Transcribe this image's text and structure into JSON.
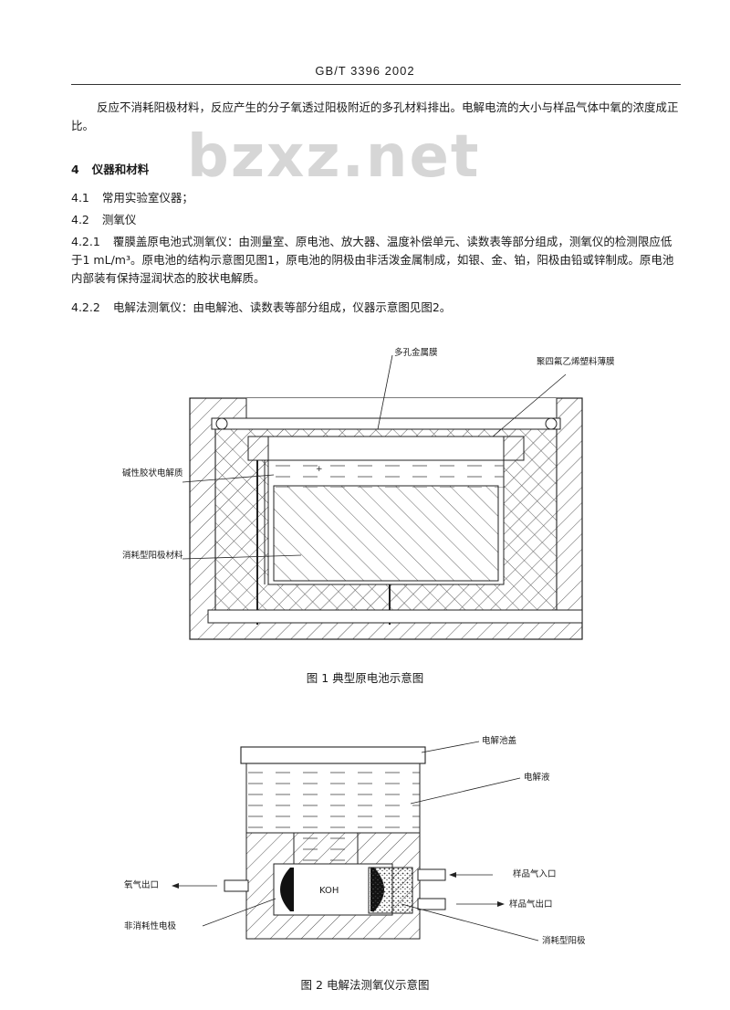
{
  "header": {
    "standard": "GB/T 3396  2002"
  },
  "watermark": "bzxz.net",
  "paragraphs": {
    "p1": "反应不消耗阳极材料，反应产生的分子氧透过阳极附近的多孔材料排出。电解电流的大小与样品气体中氧的浓度成正比。",
    "s4": {
      "num": "4",
      "title": "仪器和材料"
    },
    "s41": {
      "num": "4.1",
      "text": "常用实验室仪器；"
    },
    "s42": {
      "num": "4.2",
      "text": "测氧仪"
    },
    "s421": {
      "num": "4.2.1",
      "text": "覆膜盖原电池式测氧仪：由测量室、原电池、放大器、温度补偿单元、读数表等部分组成，测氧仪的检测限应低于1 mL/m³。原电池的结构示意图见图1，原电池的阴极由非活泼金属制成，如银、金、铂，阳极由铅或锌制成。原电池内部装有保持湿润状态的胶状电解质。"
    },
    "s422": {
      "num": "4.2.2",
      "text": "电解法测氧仪：由电解池、读数表等部分组成，仪器示意图见图2。"
    }
  },
  "figure1": {
    "caption": "图 1   典型原电池示意图",
    "labels": {
      "porous_membrane": "多孔金属膜",
      "ptfe_membrane": "聚四氟乙烯塑料薄膜",
      "electrolyte": "碱性胶状电解质",
      "anode": "消耗型阳极材料"
    }
  },
  "figure2": {
    "caption": "图 2   电解法测氧仪示意图",
    "labels": {
      "cover": "电解池盖",
      "electrolyte": "电解液",
      "sample_in": "样品气入口",
      "sample_out": "样品气出口",
      "oxygen_out": "氧气出口",
      "inert_electrode": "非消耗性电极",
      "consumable_anode": "消耗型阳极",
      "center": "KOH"
    }
  }
}
